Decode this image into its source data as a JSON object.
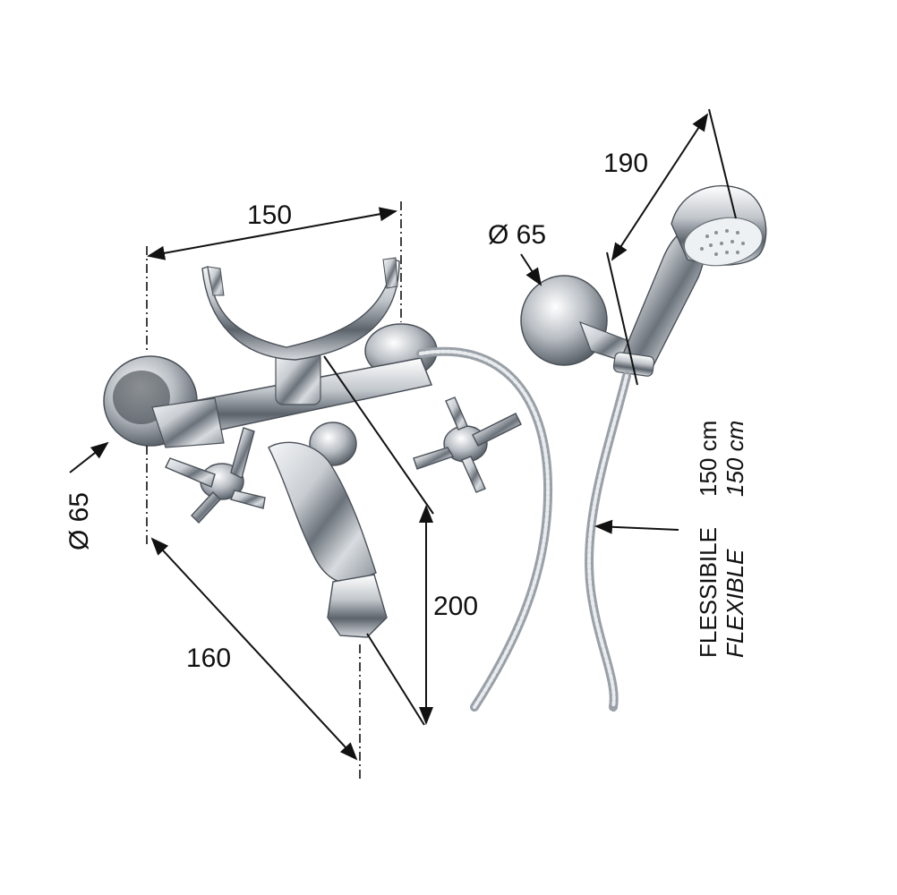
{
  "dimensions": {
    "faucet_width": "150",
    "faucet_depth": "160",
    "faucet_height": "200",
    "flange_diameter": "Ø 65",
    "bracket_diameter": "Ø 65",
    "shower_length": "190"
  },
  "hose": {
    "label_it": "FLESSIBILE",
    "length_it": "150 cm",
    "label_en": "FLEXIBLE",
    "length_en": "150 cm"
  },
  "colors": {
    "chrome_light": "#f4f6f8",
    "chrome_mid": "#b9bec4",
    "chrome_dark": "#5c636b",
    "line": "#111111"
  }
}
